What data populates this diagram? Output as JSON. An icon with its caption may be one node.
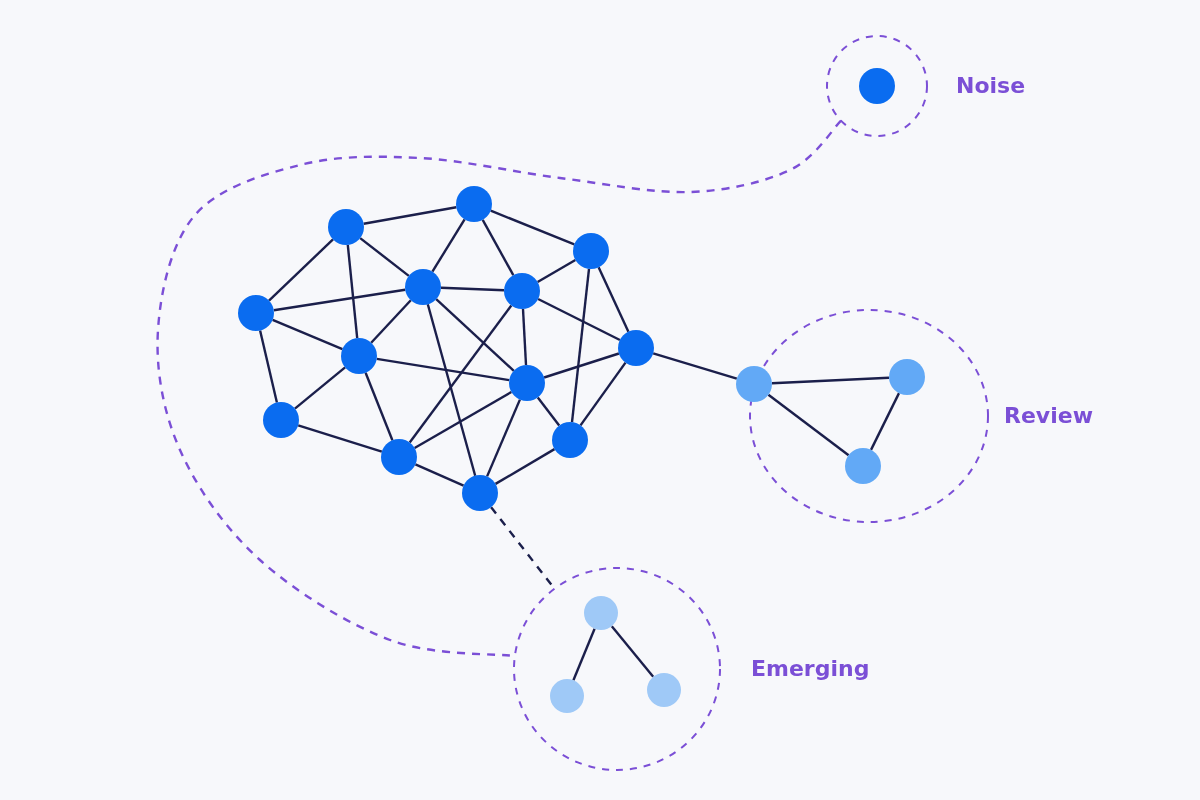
{
  "diagram": {
    "nodes": [
      {
        "text": [
          "Noise"
        ]
      },
      {
        "text": [],
        "shape": "circle",
        "in": 0
      },
      {
        "text": [],
        "shape": "circle"
      },
      {
        "text": [],
        "shape": "circle"
      },
      {
        "text": [],
        "shape": "circle"
      },
      {
        "text": [],
        "shape": "circle"
      },
      {
        "text": [],
        "shape": "circle"
      },
      {
        "text": [],
        "shape": "circle"
      },
      {
        "text": [],
        "shape": "circle"
      },
      {
        "text": [],
        "shape": "circle"
      },
      {
        "text": [],
        "shape": "circle"
      },
      {
        "text": [],
        "shape": "circle"
      },
      {
        "text": [],
        "shape": "circle"
      },
      {
        "text": [],
        "shape": "circle"
      },
      {
        "text": [],
        "shape": "circle"
      },
      {
        "text": [
          "Review"
        ]
      },
      {
        "text": [],
        "shape": "circle"
      },
      {
        "text": [],
        "shape": "circle",
        "in": 15
      },
      {
        "text": [],
        "shape": "circle",
        "in": 15
      },
      {
        "text": [
          "Emerging"
        ]
      },
      {
        "text": [],
        "shape": "circle",
        "in": 19
      },
      {
        "text": [],
        "shape": "circle",
        "in": 19
      },
      {
        "text": [],
        "shape": "circle",
        "in": 19
      }
    ],
    "edges": [
      {
        "from": 2,
        "to": 3,
        "arrow": "none"
      },
      {
        "from": 3,
        "to": 4,
        "arrow": "none"
      },
      {
        "from": 2,
        "to": 7,
        "arrow": "none"
      },
      {
        "from": 2,
        "to": 8,
        "arrow": "none"
      },
      {
        "from": 2,
        "to": 5,
        "arrow": "none"
      },
      {
        "from": 3,
        "to": 5,
        "arrow": "none"
      },
      {
        "from": 3,
        "to": 6,
        "arrow": "none"
      },
      {
        "from": 4,
        "to": 6,
        "arrow": "none"
      },
      {
        "from": 4,
        "to": 13,
        "arrow": "none"
      },
      {
        "from": 4,
        "to": 9,
        "arrow": "none"
      },
      {
        "from": 7,
        "to": 5,
        "arrow": "none"
      },
      {
        "from": 7,
        "to": 8,
        "arrow": "none"
      },
      {
        "from": 7,
        "to": 11,
        "arrow": "none"
      },
      {
        "from": 5,
        "to": 6,
        "arrow": "none"
      },
      {
        "from": 5,
        "to": 8,
        "arrow": "none"
      },
      {
        "from": 5,
        "to": 14,
        "arrow": "none"
      },
      {
        "from": 5,
        "to": 10,
        "arrow": "none"
      },
      {
        "from": 6,
        "to": 10,
        "arrow": "none"
      },
      {
        "from": 6,
        "to": 9,
        "arrow": "none"
      },
      {
        "from": 6,
        "to": 12,
        "arrow": "none"
      },
      {
        "from": 8,
        "to": 10,
        "arrow": "none"
      },
      {
        "from": 8,
        "to": 11,
        "arrow": "none"
      },
      {
        "from": 8,
        "to": 12,
        "arrow": "none"
      },
      {
        "from": 9,
        "to": 10,
        "arrow": "none"
      },
      {
        "from": 9,
        "to": 13,
        "arrow": "none"
      },
      {
        "from": 10,
        "to": 12,
        "arrow": "none"
      },
      {
        "from": 10,
        "to": 14,
        "arrow": "none"
      },
      {
        "from": 10,
        "to": 13,
        "arrow": "none"
      },
      {
        "from": 11,
        "to": 12,
        "arrow": "none"
      },
      {
        "from": 12,
        "to": 14,
        "arrow": "none"
      },
      {
        "from": 14,
        "to": 13,
        "arrow": "none"
      },
      {
        "from": 9,
        "to": 16,
        "arrow": "none"
      },
      {
        "from": 16,
        "to": 17,
        "arrow": "none"
      },
      {
        "from": 16,
        "to": 18,
        "arrow": "none"
      },
      {
        "from": 17,
        "to": 18,
        "arrow": "none"
      },
      {
        "from": 20,
        "to": 21,
        "arrow": "none"
      },
      {
        "from": 20,
        "to": 22,
        "arrow": "none"
      },
      {
        "from": 14,
        "to": 19,
        "arrow": "none",
        "style": "dashed"
      },
      {
        "from": 0,
        "to": 19,
        "arrow": "none",
        "style": "dashed",
        "color": "#7b4fd6"
      }
    ]
  }
}
